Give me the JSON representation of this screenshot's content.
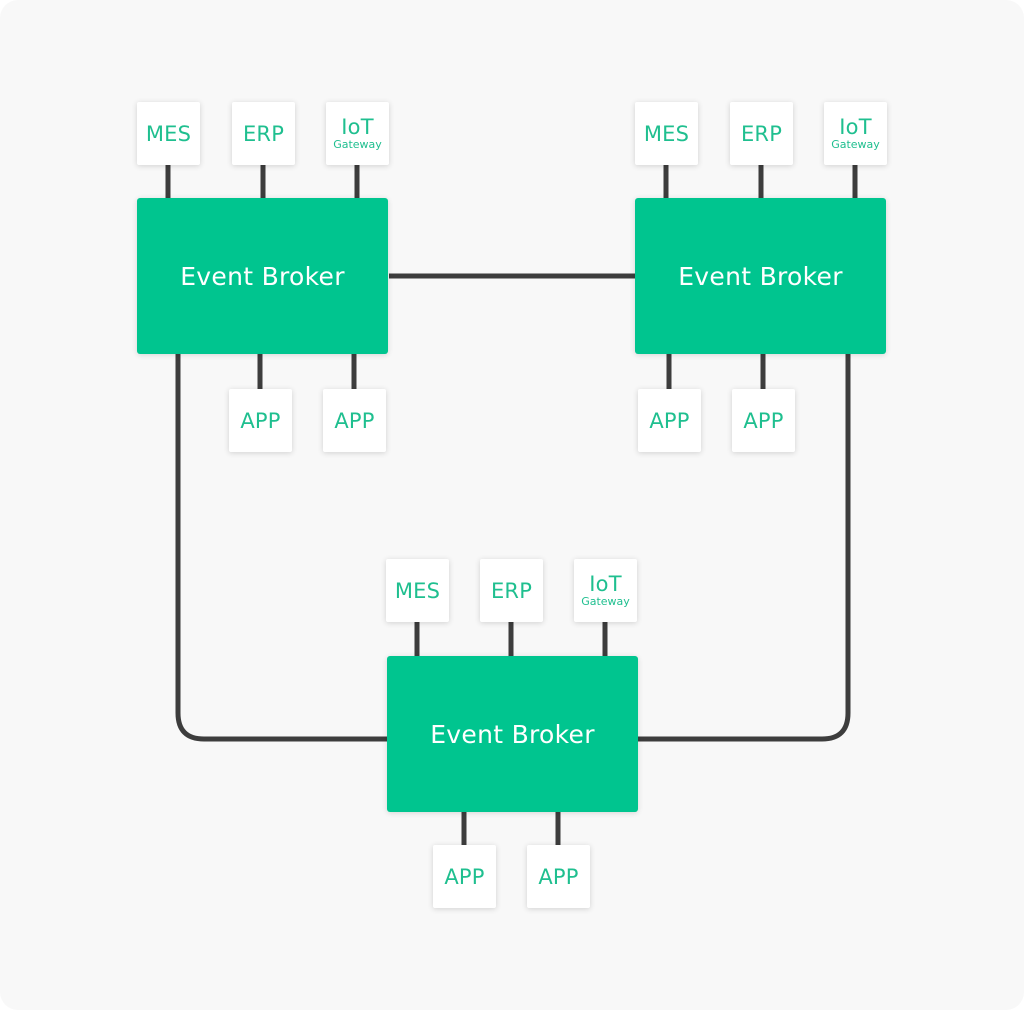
{
  "colors": {
    "broker": "#00c58f",
    "node_text": "#1fbf8f",
    "wire": "#3d3d3d",
    "background": "#f8f8f8"
  },
  "brokers": [
    {
      "label": "Event Broker",
      "inputs": [
        {
          "label": "MES",
          "sublabel": ""
        },
        {
          "label": "ERP",
          "sublabel": ""
        },
        {
          "label": "IoT",
          "sublabel": "Gateway"
        }
      ],
      "apps": [
        {
          "label": "APP"
        },
        {
          "label": "APP"
        }
      ]
    },
    {
      "label": "Event Broker",
      "inputs": [
        {
          "label": "MES",
          "sublabel": ""
        },
        {
          "label": "ERP",
          "sublabel": ""
        },
        {
          "label": "IoT",
          "sublabel": "Gateway"
        }
      ],
      "apps": [
        {
          "label": "APP"
        },
        {
          "label": "APP"
        }
      ]
    },
    {
      "label": "Event Broker",
      "inputs": [
        {
          "label": "MES",
          "sublabel": ""
        },
        {
          "label": "ERP",
          "sublabel": ""
        },
        {
          "label": "IoT",
          "sublabel": "Gateway"
        }
      ],
      "apps": [
        {
          "label": "APP"
        },
        {
          "label": "APP"
        }
      ]
    }
  ]
}
